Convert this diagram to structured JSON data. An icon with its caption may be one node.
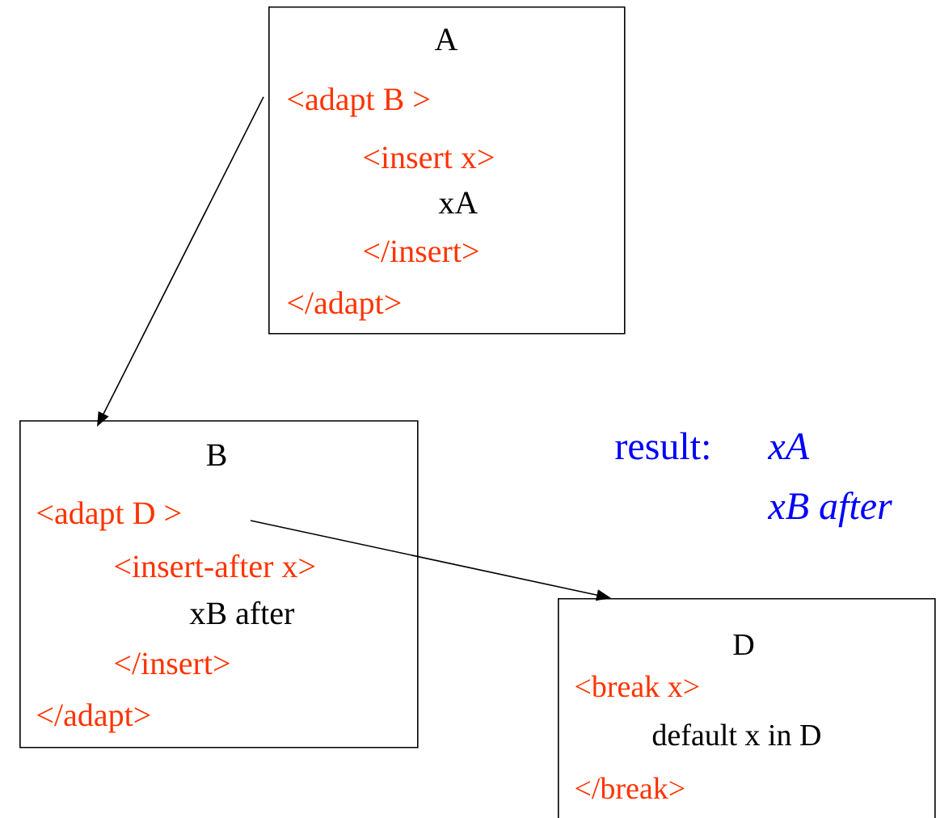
{
  "diagram": {
    "nodes": [
      {
        "text": [
          "A",
          "<adapt B >",
          "<insert x>",
          "xA",
          "</insert>",
          "</adapt>"
        ]
      },
      {
        "text": [
          "B",
          "<adapt D >",
          "<insert-after x>",
          "xB after",
          "</insert>",
          "</adapt>"
        ]
      },
      {
        "text": [
          "D",
          "<break x>",
          "default x in D",
          "</break>"
        ]
      }
    ],
    "edges": [
      {
        "from": 0,
        "to": 1,
        "arrow": "to"
      },
      {
        "from": 1,
        "to": 2,
        "arrow": "to"
      }
    ],
    "labels": [
      "result:",
      "xA",
      "xB after"
    ]
  }
}
